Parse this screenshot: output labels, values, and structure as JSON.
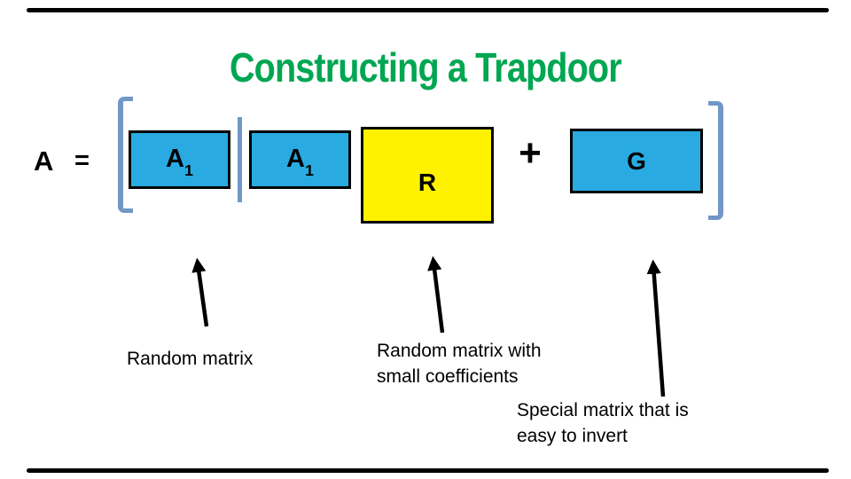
{
  "slide": {
    "title": "Constructing a Trapdoor",
    "equation": {
      "lhs": "A",
      "equals": "=",
      "plus": "+"
    },
    "boxes": [
      {
        "name": "A1-first",
        "base": "A",
        "sub": "1",
        "fill": "#29ABE2"
      },
      {
        "name": "A1-second",
        "base": "A",
        "sub": "1",
        "fill": "#29ABE2"
      },
      {
        "name": "R",
        "base": "R",
        "fill": "#FFF200"
      },
      {
        "name": "G",
        "base": "G",
        "fill": "#29ABE2"
      }
    ],
    "annotations": [
      {
        "text": "Random matrix"
      },
      {
        "lines": [
          "Random matrix with",
          "small coefficients"
        ]
      },
      {
        "lines": [
          "Special matrix that is",
          "easy to invert"
        ]
      }
    ],
    "colors": {
      "title_green": "#00A651",
      "box_blue": "#29ABE2",
      "box_yellow": "#FFF200",
      "bracket_blue": "#7297C6",
      "border_line": "#000000",
      "arrow": "#000000"
    }
  }
}
